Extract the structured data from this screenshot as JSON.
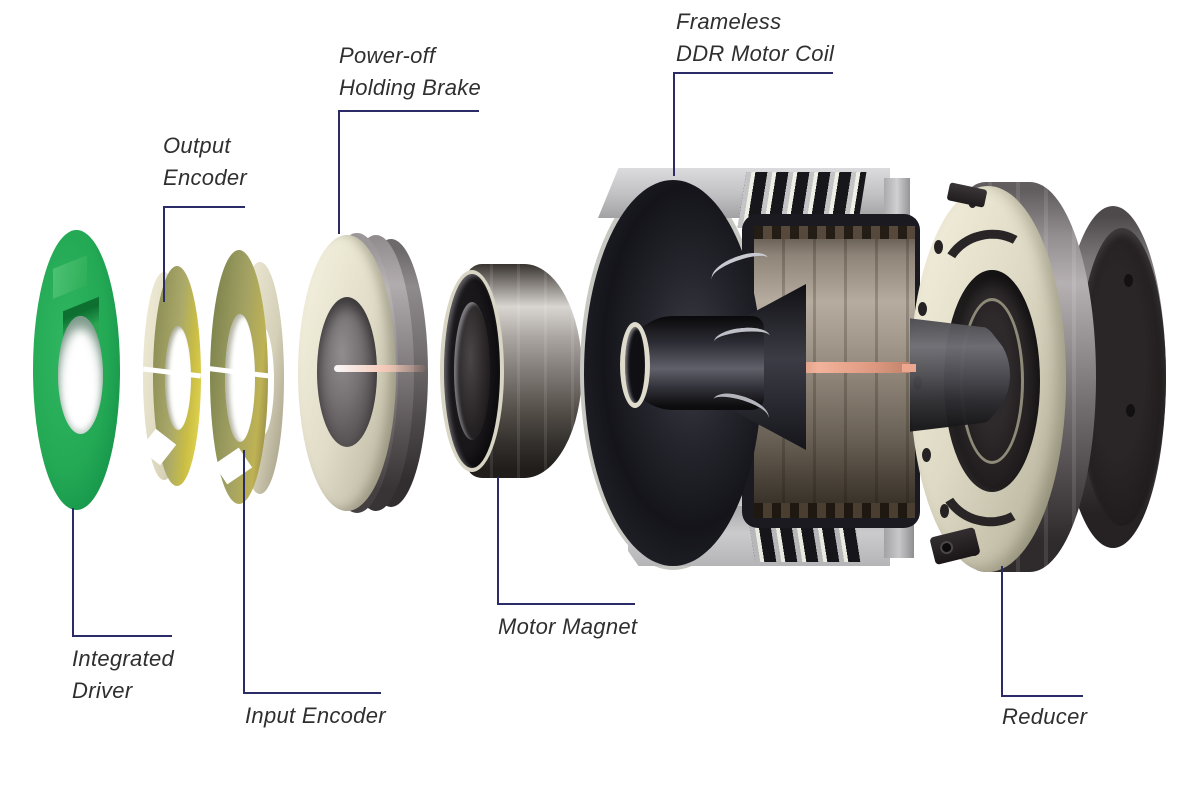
{
  "diagram": {
    "labels": {
      "integrated_driver": {
        "lines": [
          "Integrated",
          "Driver"
        ]
      },
      "output_encoder": {
        "lines": [
          "Output",
          "Encoder"
        ]
      },
      "input_encoder": {
        "lines": [
          "Input Encoder"
        ]
      },
      "holding_brake": {
        "lines": [
          "Power-off",
          "Holding Brake"
        ]
      },
      "motor_magnet": {
        "lines": [
          "Motor Magnet"
        ]
      },
      "motor_coil": {
        "lines": [
          "Frameless",
          "DDR Motor Coil"
        ]
      },
      "reducer": {
        "lines": [
          "Reducer"
        ]
      }
    },
    "colors": {
      "background": "#ffffff",
      "leader_line": "#2b2b68",
      "label_text": "#2f2f2f",
      "driver_green": "#22a856",
      "encoder_olive": "#a6a566",
      "encoder_yellow_rim": "#d3c544",
      "brake_face_cream": "#e7e3d0",
      "housing_gray": "#bfbfc1",
      "coil_copper_stripe": "#e8a58e",
      "reducer_flange_cream": "#ddd9c4",
      "metal_dark": "#3a3637"
    }
  }
}
